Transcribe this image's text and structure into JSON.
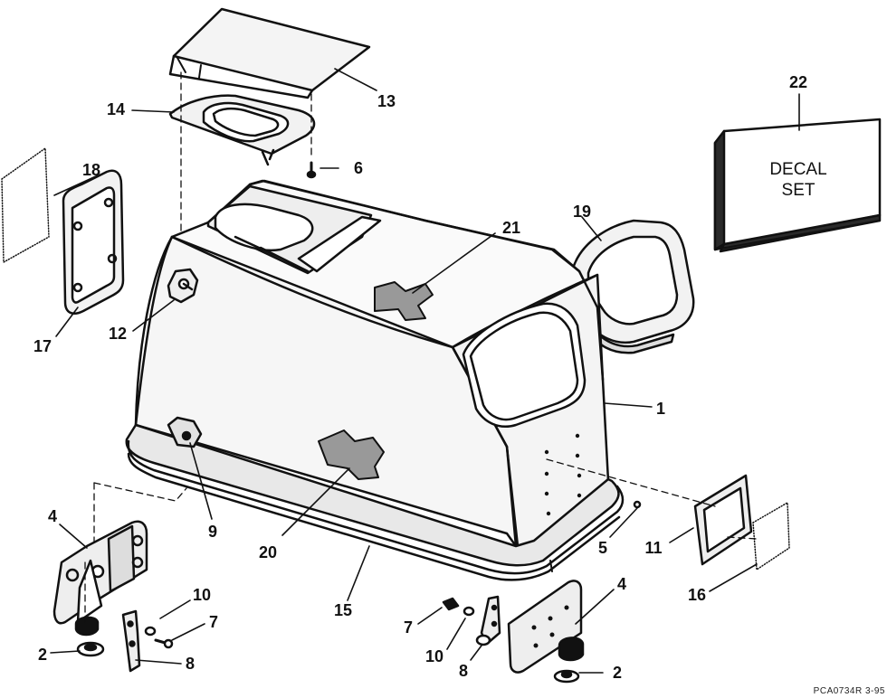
{
  "decal_box": {
    "line1": "DECAL",
    "line2": "SET"
  },
  "reference": "PCA0734R   3-95",
  "callouts": {
    "c1": "1",
    "c2a": "2",
    "c2b": "2",
    "c4a": "4",
    "c4b": "4",
    "c5": "5",
    "c6": "6",
    "c7a": "7",
    "c7b": "7",
    "c8a": "8",
    "c8b": "8",
    "c9": "9",
    "c10a": "10",
    "c10b": "10",
    "c11": "11",
    "c12": "12",
    "c13": "13",
    "c14": "14",
    "c15": "15",
    "c16": "16",
    "c17": "17",
    "c18": "18",
    "c19": "19",
    "c20": "20",
    "c21": "21",
    "c22": "22"
  }
}
